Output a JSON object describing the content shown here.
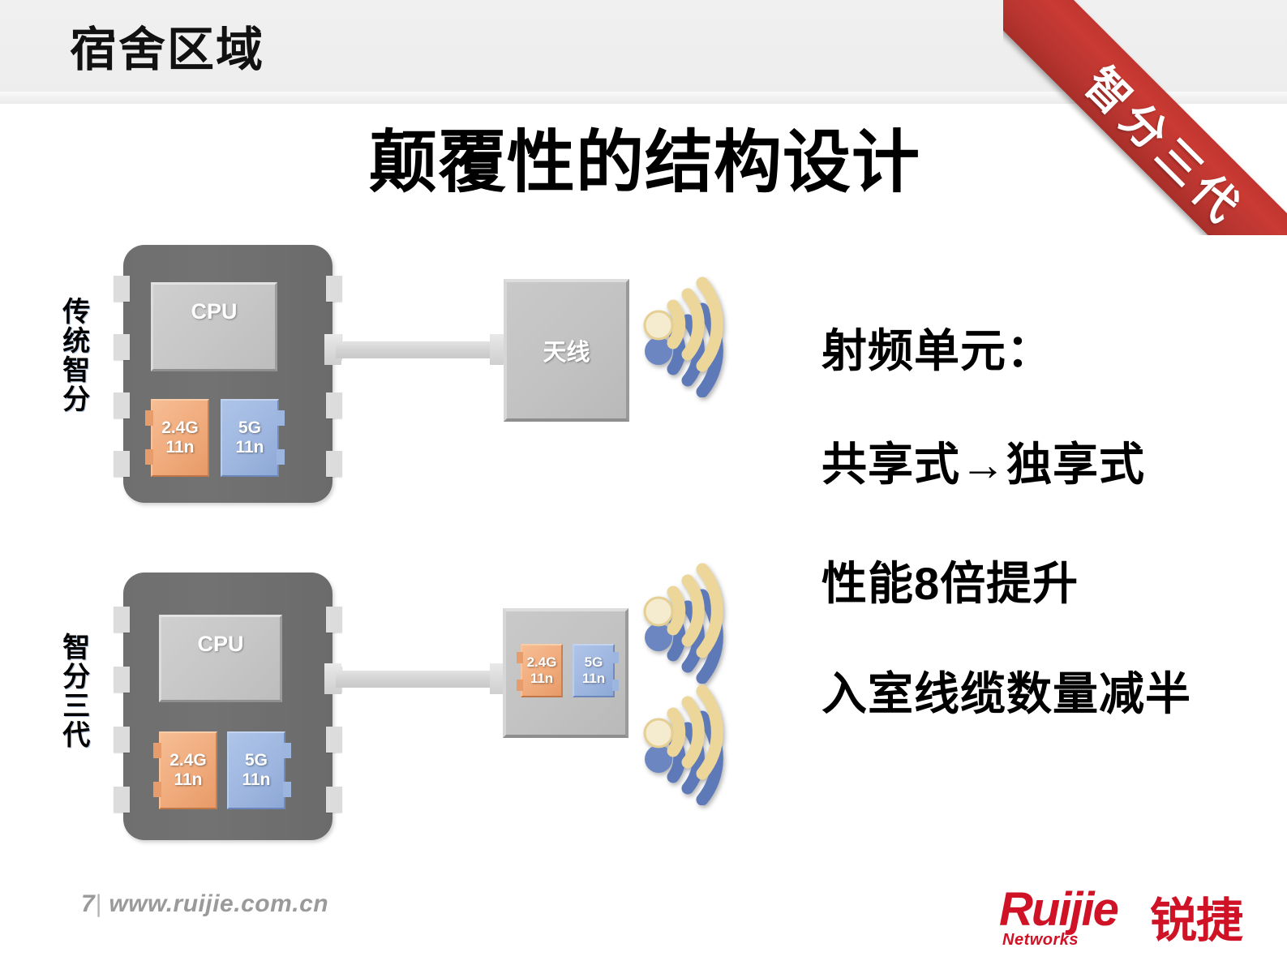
{
  "header": {
    "title": "宿舍区域"
  },
  "ribbon": {
    "label": "智分三代",
    "color": "#c3382f"
  },
  "slide": {
    "title": "颠覆性的结构设计"
  },
  "rows": [
    {
      "label": "传统智分",
      "device": {
        "cpu_label": "CPU",
        "radios": [
          {
            "band": "2.4G",
            "standard": "11n",
            "color": "#f0ab7c"
          },
          {
            "band": "5G",
            "standard": "11n",
            "color": "#9fb7e0"
          }
        ]
      },
      "remote": {
        "label": "天线",
        "wifi_count": 1
      }
    },
    {
      "label": "智分三代",
      "device": {
        "cpu_label": "CPU",
        "radios": [
          {
            "band": "2.4G",
            "standard": "11n",
            "color": "#f0ab7c"
          },
          {
            "band": "5G",
            "standard": "11n",
            "color": "#9fb7e0"
          }
        ]
      },
      "remote": {
        "label": "",
        "radios": [
          {
            "band": "2.4G",
            "standard": "11n",
            "color": "#f0ab7c"
          },
          {
            "band": "5G",
            "standard": "11n",
            "color": "#9fb7e0"
          }
        ],
        "wifi_count": 2
      }
    }
  ],
  "bullets": [
    "射频单元：",
    "共享式→独享式",
    "性能8倍提升",
    "入室线缆数量减半"
  ],
  "footer": {
    "page_number": "7",
    "separator": "|",
    "url": "www.ruijie.com.cn"
  },
  "logo": {
    "brand_en": "Ruijie",
    "brand_cn": "锐捷",
    "tagline": "Networks",
    "color": "#cf1225"
  },
  "icons": {
    "wifi": "wifi-signal-icon",
    "wifi_top_color": "#ecd69a",
    "wifi_bottom_color": "#5d79b8"
  }
}
